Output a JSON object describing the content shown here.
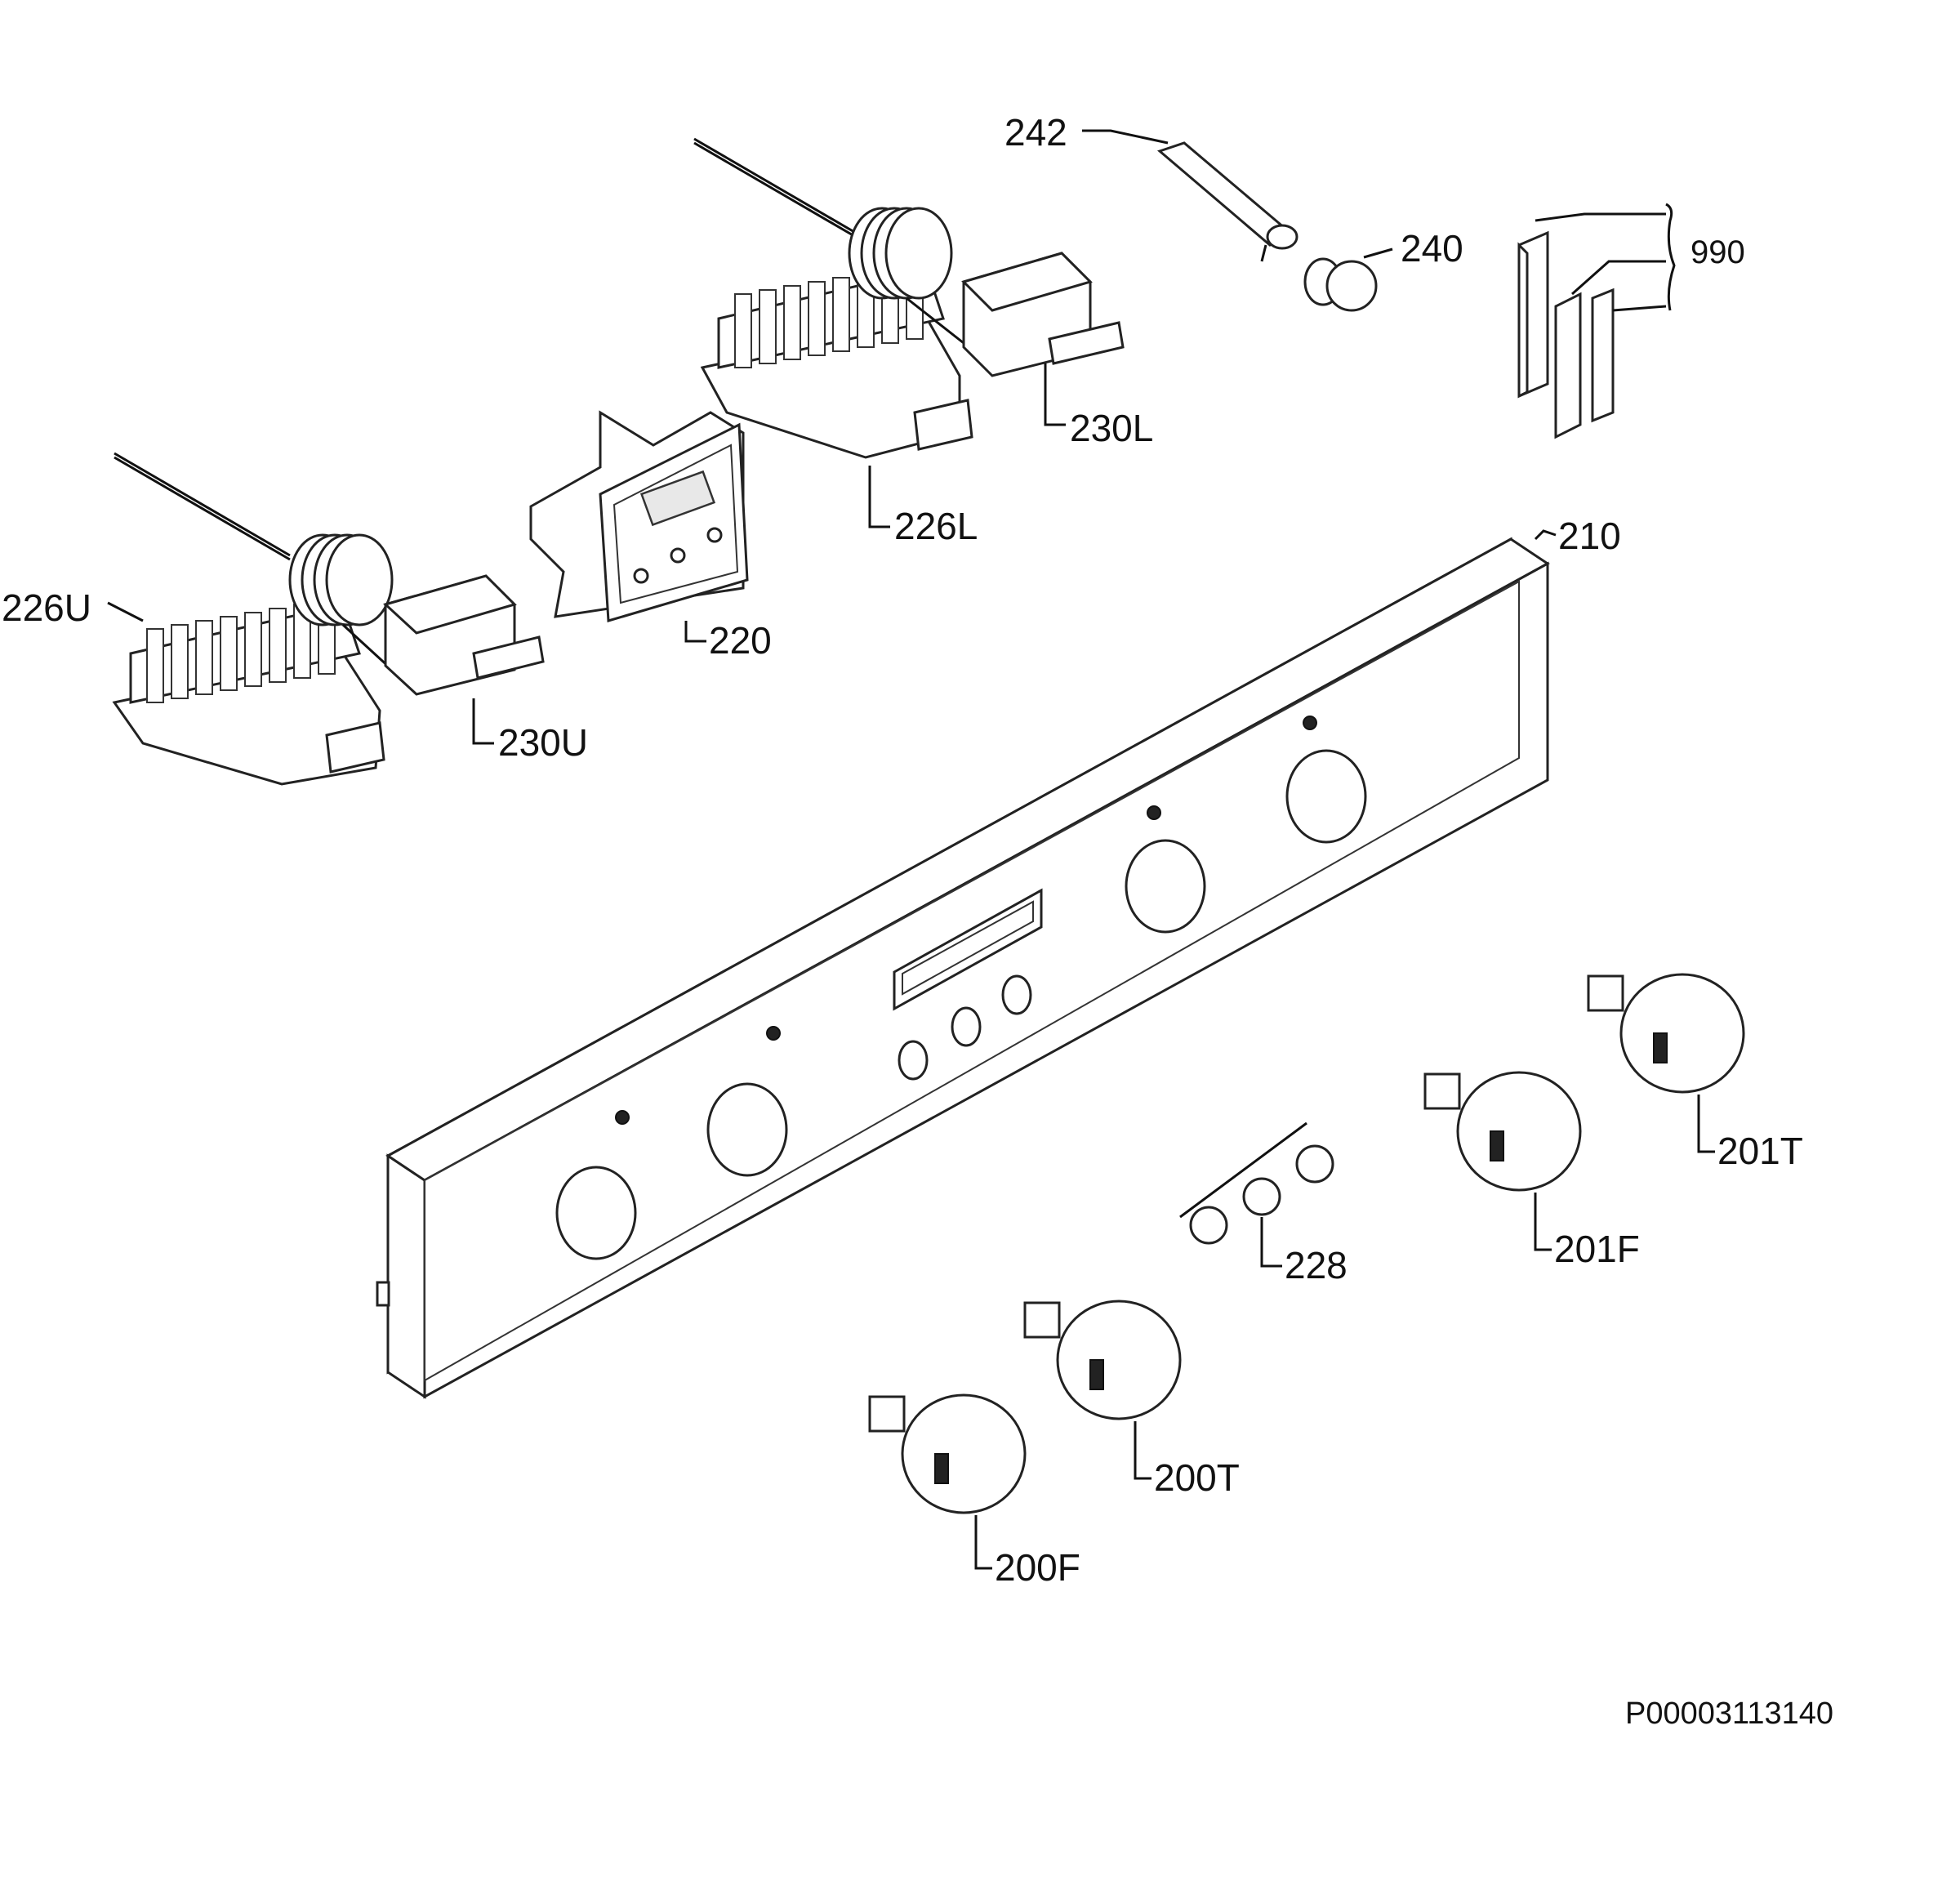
{
  "labels": {
    "p242": "242",
    "p240": "240",
    "p990": "990",
    "p230L": "230L",
    "p226L": "226L",
    "p210": "210",
    "p220": "220",
    "p226U": "226U",
    "p230U": "230U",
    "p201T": "201T",
    "p201F": "201F",
    "p228": "228",
    "p200T": "200T",
    "p200F": "200F"
  },
  "drawing_ref": "P00003113140",
  "colors": {
    "line": "#111111",
    "background": "#ffffff"
  }
}
